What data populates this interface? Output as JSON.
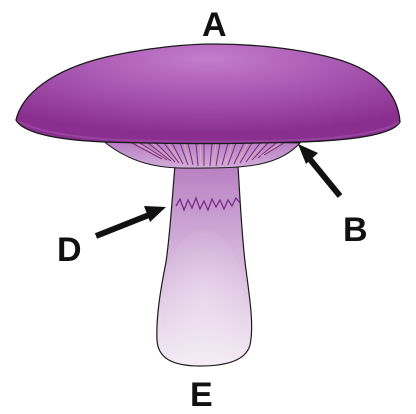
{
  "diagram": {
    "labels": {
      "cap": "A",
      "gills": "B",
      "ring": "D",
      "stem_base": "E"
    },
    "colors": {
      "cap_dark": "#8a2f8f",
      "cap_light": "#c58bcf",
      "cap_rim": "#9b4aa3",
      "gill_base": "#d9b8a6",
      "gill_line": "#7a2a7e",
      "stem_top": "#b87fc2",
      "stem_bottom": "#f4ecf5",
      "ring_line": "#7a2a8a",
      "outline": "#1a1a1a",
      "arrow": "#111111"
    }
  }
}
